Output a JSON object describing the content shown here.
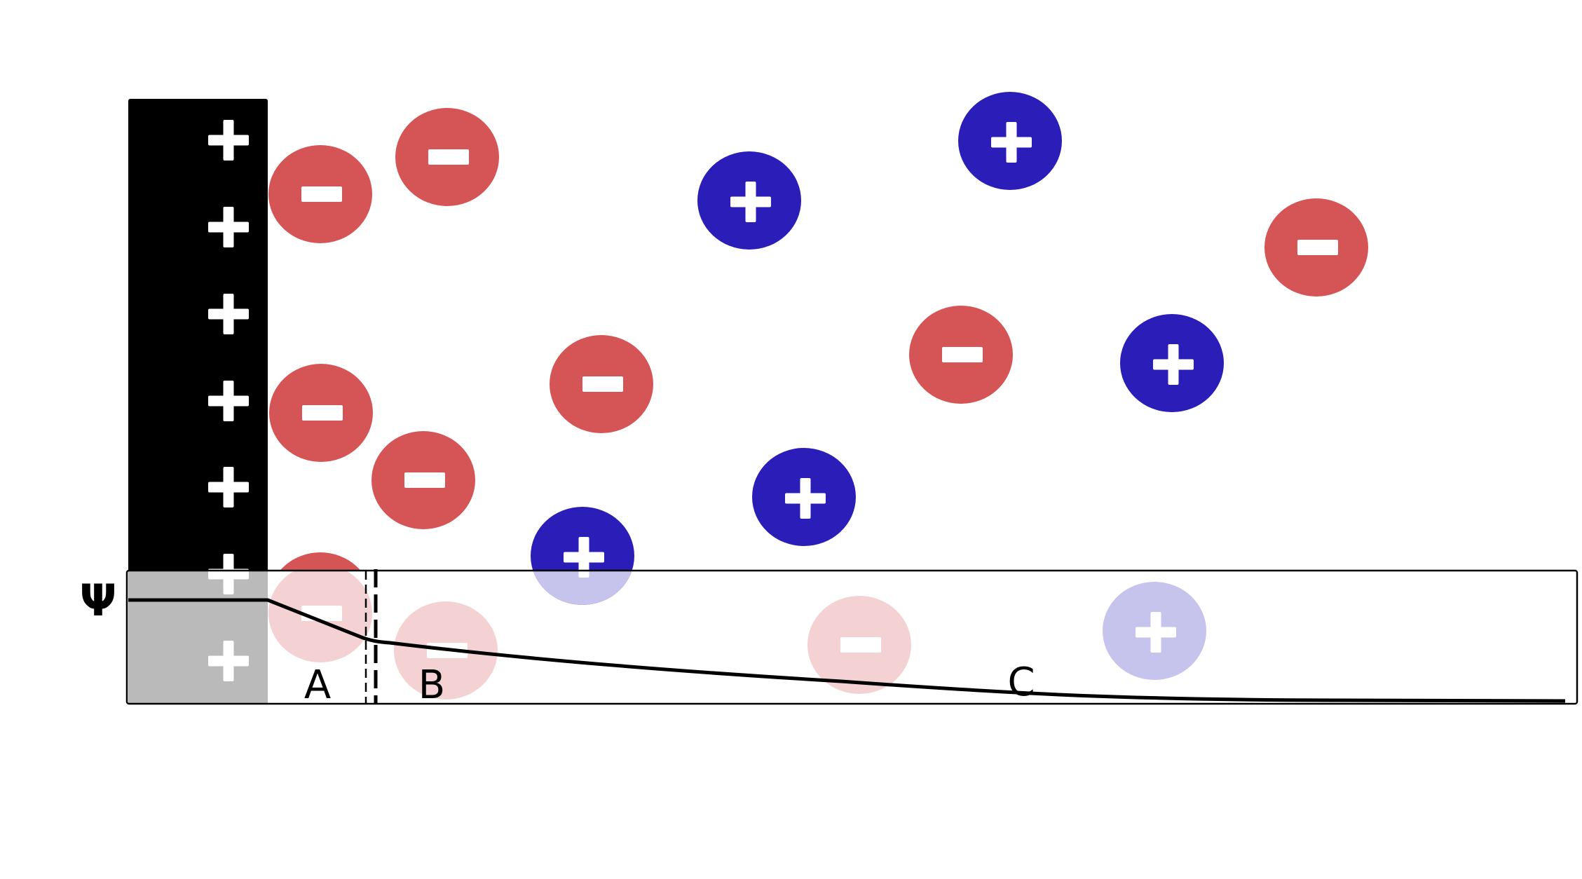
{
  "labels": {
    "psi": "Ψ",
    "region_a": "A",
    "region_b": "B",
    "region_c": "C"
  },
  "colors": {
    "electrode": "#000000",
    "electrode_in_plot": "#bababa",
    "anion": "#d55556",
    "cation": "#2a1db8",
    "anion_faded": "#f4d2d3",
    "cation_faded": "#c6c4ec",
    "symbol": "#ffffff",
    "curve": "#000000"
  },
  "electrode_charges": {
    "count": 7,
    "sign": "+"
  },
  "ions": [
    {
      "sign": "-",
      "faded": false
    },
    {
      "sign": "-",
      "faded": false
    },
    {
      "sign": "-",
      "faded": false
    },
    {
      "sign": "-",
      "faded": false
    },
    {
      "sign": "-",
      "faded": false
    },
    {
      "sign": "-",
      "faded": false
    },
    {
      "sign": "-",
      "faded": false
    },
    {
      "sign": "+",
      "faded": false
    },
    {
      "sign": "+",
      "faded": false
    },
    {
      "sign": "+",
      "faded": false
    },
    {
      "sign": "+",
      "faded": false
    },
    {
      "sign": "+",
      "faded": false
    },
    {
      "sign": "-",
      "faded": true
    },
    {
      "sign": "-",
      "faded": true
    },
    {
      "sign": "-",
      "faded": true
    },
    {
      "sign": "+",
      "faded": true
    }
  ]
}
